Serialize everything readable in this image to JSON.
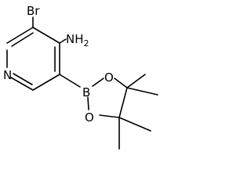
{
  "molecule": {
    "atoms": {
      "bromine": "Br",
      "amine": "NH2",
      "pyridine_nitrogen": "N",
      "boron": "B",
      "oxygen_upper": "O",
      "oxygen_lower": "O"
    }
  },
  "colors": {
    "bond": "#000000",
    "label": "#000000",
    "background": "#ffffff"
  }
}
